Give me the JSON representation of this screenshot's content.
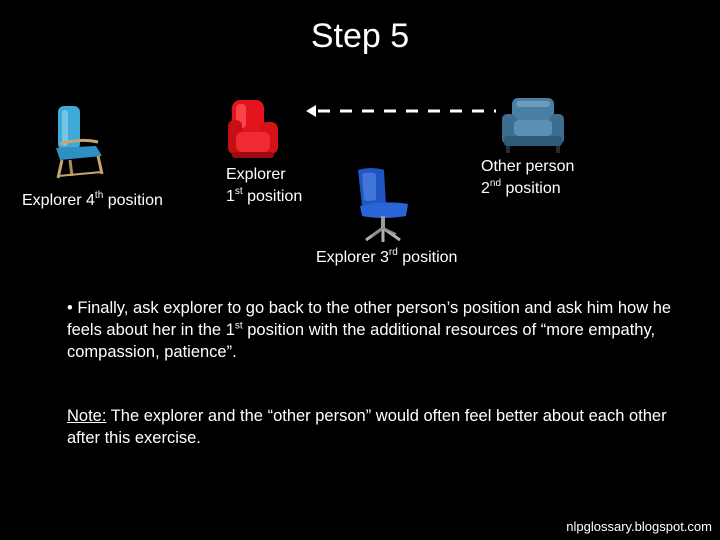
{
  "slide": {
    "title": "Step 5"
  },
  "positions": {
    "fourth": {
      "main": "Explorer 4",
      "sup": "th",
      "rest": " position"
    },
    "first": {
      "line1": "Explorer",
      "num": "1",
      "sup": "st",
      "rest": " position"
    },
    "second": {
      "line1": "Other person",
      "num": "2",
      "sup": "nd",
      "rest": " position"
    },
    "third": {
      "main": "Explorer 3",
      "sup": "rd",
      "rest": " position"
    }
  },
  "body": {
    "bullet": {
      "a": "• Finally, ask explorer to go back to the other person’s position and ask him how he feels about her in the 1",
      "sup": "st",
      "b": " position with the additional resources of “more empathy, compassion, patience”."
    },
    "note": {
      "label": "Note:",
      "text": " The explorer and the “other person” would often feel better about each other after this exercise."
    }
  },
  "footer": "nlpglossary.blogspot.com",
  "colors": {
    "background": "#000000",
    "text": "#ffffff",
    "chair_light_blue": "#3fa9d8",
    "chair_red": "#e3141b",
    "chair_blue": "#1f56c4",
    "chair_slate": "#4a7fa4"
  }
}
